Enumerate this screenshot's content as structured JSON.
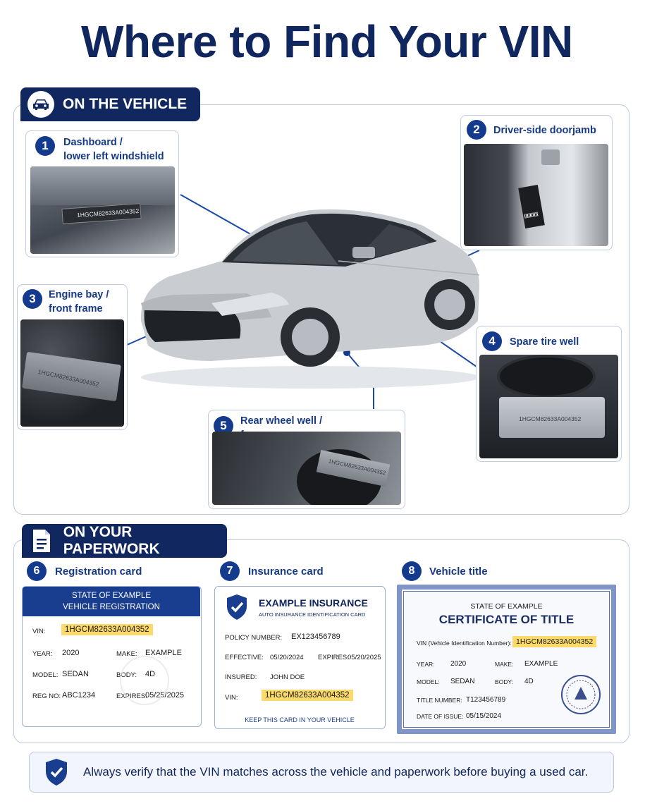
{
  "title": "Where to Find Your VIN",
  "vehicle_section": {
    "heading": "ON THE VEHICLE",
    "icon": "car-icon",
    "locations": [
      {
        "number": "1",
        "label_line1": "Dashboard /",
        "label_line2": "lower left windshield",
        "plate_text": "1HGCM82633A004352"
      },
      {
        "number": "2",
        "label_line1": "Driver-side doorjamb",
        "label_line2": ""
      },
      {
        "number": "3",
        "label_line1": "Engine bay /",
        "label_line2": "front frame",
        "plate_text": "1HGCM82633A004352"
      },
      {
        "number": "4",
        "label_line1": "Spare tire well",
        "label_line2": "",
        "plate_text": "1HGCM82633A004352"
      },
      {
        "number": "5",
        "label_line1": "Rear wheel well /",
        "label_line2": "frame area",
        "plate_text": "1HGCM82633A004352"
      }
    ]
  },
  "paperwork_section": {
    "heading": "ON YOUR PAPERWORK",
    "icon": "document-icon",
    "registration": {
      "number": "6",
      "label": "Registration card",
      "header_line1": "STATE OF EXAMPLE",
      "header_line2": "VEHICLE REGISTRATION",
      "vin_label": "VIN:",
      "vin": "1HGCM82633A004352",
      "year_label": "YEAR:",
      "year": "2020",
      "make_label": "MAKE:",
      "make": "EXAMPLE",
      "model_label": "MODEL:",
      "model": "SEDAN",
      "body_label": "BODY:",
      "body": "4D",
      "reg_label": "REG NO:",
      "reg": "ABC1234",
      "expires_label": "EXPIRES:",
      "expires": "05/25/2025"
    },
    "insurance": {
      "number": "7",
      "label": "Insurance card",
      "company": "EXAMPLE INSURANCE",
      "subtitle": "AUTO INSURANCE IDENTIFICATION CARD",
      "policy_label": "POLICY NUMBER:",
      "policy": "EX123456789",
      "effective_label": "EFFECTIVE:",
      "effective": "05/20/2024",
      "expires_label": "EXPIRES:",
      "expires": "05/20/2025",
      "insured_label": "INSURED:",
      "insured": "JOHN DOE",
      "vin_label": "VIN:",
      "vin": "1HGCM82633A004352",
      "footer": "KEEP THIS CARD IN YOUR VEHICLE"
    },
    "title_doc": {
      "number": "8",
      "label": "Vehicle title",
      "state": "STATE OF EXAMPLE",
      "heading": "CERTIFICATE OF TITLE",
      "vin_label": "VIN (Vehicle Identification Number):",
      "vin": "1HGCM82633A004352",
      "year_label": "YEAR:",
      "year": "2020",
      "make_label": "MAKE:",
      "make": "EXAMPLE",
      "model_label": "MODEL:",
      "model": "SEDAN",
      "body_label": "BODY:",
      "body": "4D",
      "title_no_label": "TITLE NUMBER:",
      "title_no": "T123456789",
      "issue_label": "DATE OF ISSUE:",
      "issue": "05/15/2024"
    }
  },
  "footer_note": "Always verify that the VIN matches across the vehicle and paperwork before buying a used car.",
  "colors": {
    "navy": "#10285f",
    "accent_blue": "#133a8c",
    "highlight": "#fbd96a"
  }
}
